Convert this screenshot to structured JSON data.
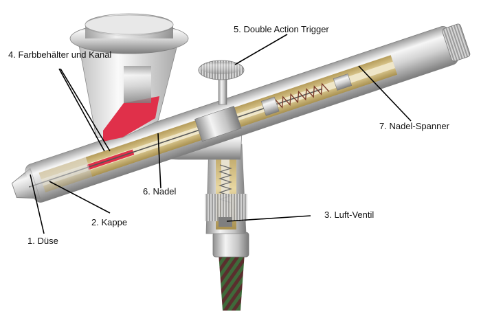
{
  "labels": {
    "tank": "4. Farbbehälter und Kanal",
    "trigger": "5. Double Action Trigger",
    "spanner": "7. Nadel-Spanner",
    "needle": "6. Nadel",
    "valve": "3. Luft-Ventil",
    "cap": "2. Kappe",
    "nozzle": "1. Düse"
  },
  "colors": {
    "chrome_light": "#f4f4f4",
    "chrome_mid": "#c9c9c9",
    "chrome_dark": "#8c8c8c",
    "brass": "#d9c48a",
    "brass_dark": "#a8904f",
    "paint": "#e0304a",
    "hose_red": "#8a2a2a",
    "hose_green": "#3f6a3a"
  }
}
